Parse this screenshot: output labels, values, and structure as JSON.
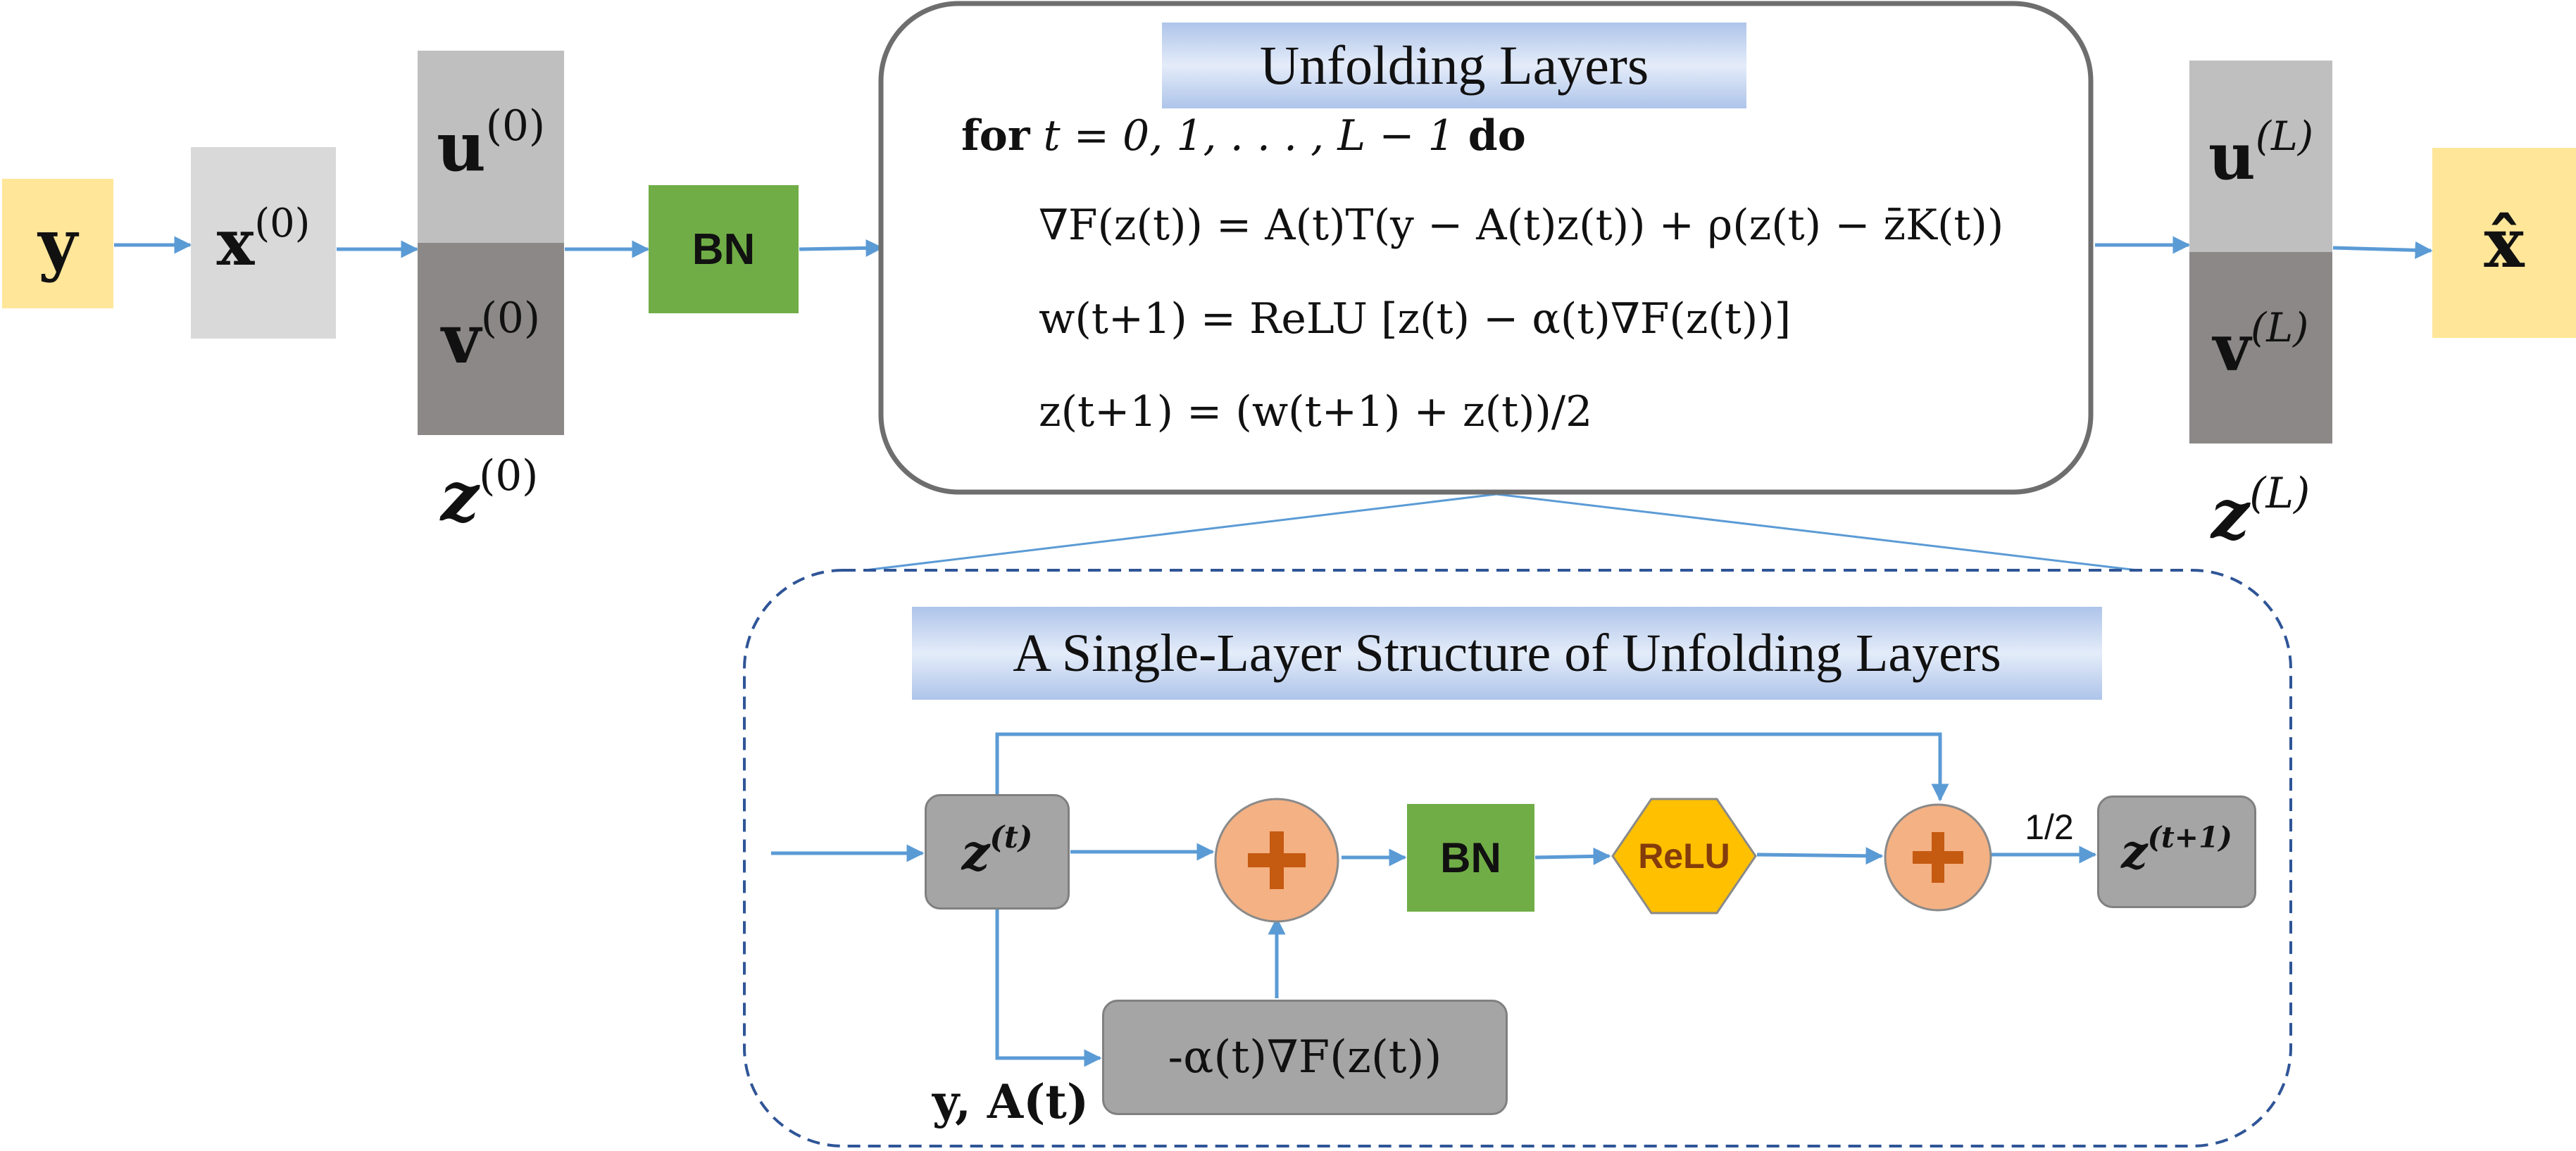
{
  "top_flow": {
    "input_y": "y",
    "x0": {
      "base": "x",
      "sup": "(0)"
    },
    "u0": {
      "base": "u",
      "sup": "(0)"
    },
    "v0": {
      "base": "v",
      "sup": "(0)"
    },
    "z0": {
      "base": "z",
      "sup": "(0)"
    },
    "bn": "BN",
    "uL": {
      "base": "u",
      "sup": "(L)"
    },
    "vL": {
      "base": "v",
      "sup": "(L)"
    },
    "zL": {
      "base": "z",
      "sup": "(L)"
    },
    "output": "x̂"
  },
  "unfolding": {
    "title": "Unfolding Layers",
    "for_kw": "for",
    "for_range": "t = 0, 1, . . . , L − 1",
    "do_kw": "do",
    "eq1": "∇F(z(t)) = A(t)T(y − A(t)z(t)) + ρ(z(t) − z̄K(t))",
    "eq2": "w(t+1) = ReLU [z(t) − α(t)∇F(z(t))]",
    "eq3": "z(t+1) = (w(t+1) + z(t))/2"
  },
  "single_layer": {
    "title": "A Single-Layer Structure of Unfolding Layers",
    "zt": {
      "base": "z",
      "sup": "(t)"
    },
    "bn": "BN",
    "relu": "ReLU",
    "half": "1/2",
    "zt1": {
      "base": "z",
      "sup": "(t+1)"
    },
    "grad": "-α(t)∇F(z(t))",
    "inputs": "y, A(t)"
  },
  "colors": {
    "arrow": "#5b9bd5",
    "dash": "#2f5597",
    "y_box": "#ffe699",
    "light_gray": "#d9d9d9",
    "u_gray": "#bfbfbf",
    "v_gray": "#8c8888",
    "bn_green": "#70ad47",
    "node_gray": "#a5a5a5",
    "plus_fill": "#f4b183",
    "plus_sign": "#c55a11",
    "relu_fill": "#ffc000",
    "relu_text": "#843c0c"
  }
}
